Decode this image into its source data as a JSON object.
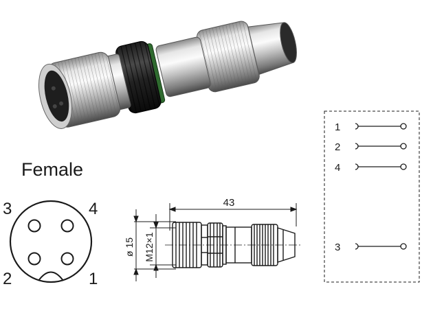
{
  "product_photo": {
    "kind": "M12 female connector, field-wireable, knurled metal housing with black coupling ring"
  },
  "gender_label": "Female",
  "face_view": {
    "pins": [
      {
        "number": "1"
      },
      {
        "number": "2"
      },
      {
        "number": "3"
      },
      {
        "number": "4"
      }
    ]
  },
  "dimensions": {
    "length": "43",
    "diameter": "ø 15",
    "thread": "M12×1"
  },
  "wiring": {
    "terminals": [
      "1",
      "2",
      "4",
      "3"
    ]
  }
}
